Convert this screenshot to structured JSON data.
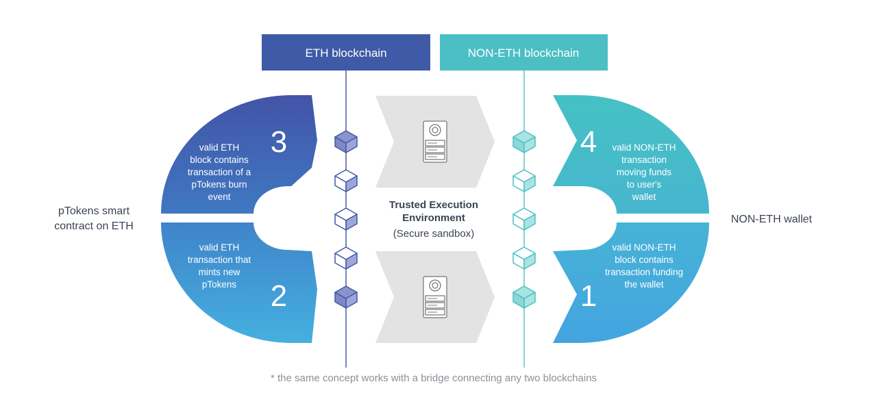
{
  "headers": {
    "eth": "ETH blockchain",
    "non_eth": "NON-ETH blockchain"
  },
  "side_labels": {
    "left": [
      "pTokens smart",
      "contract on ETH"
    ],
    "right": "NON-ETH wallet"
  },
  "steps": {
    "step3": {
      "number": "3",
      "lines": [
        "valid ETH",
        "block contains",
        "transaction of a",
        "pTokens burn",
        "event"
      ]
    },
    "step2": {
      "number": "2",
      "lines": [
        "valid ETH",
        "transaction that",
        "mints new",
        "pTokens"
      ]
    },
    "step4": {
      "number": "4",
      "lines": [
        "valid NON-ETH",
        "transaction",
        "moving funds",
        "to user's",
        "wallet"
      ]
    },
    "step1": {
      "number": "1",
      "lines": [
        "valid NON-ETH",
        "block contains",
        "transaction funding",
        "the wallet"
      ]
    }
  },
  "tee": {
    "title": [
      "Trusted Execution",
      "Environment"
    ],
    "subtitle": "(Secure sandbox)"
  },
  "footnote": "* the same concept works with a bridge connecting any two blockchains",
  "icons": [
    "block-cube-icon",
    "server-icon",
    "arrow-chevron-icon"
  ],
  "colors": {
    "eth_header": "#3f5aa6",
    "non_eth_header": "#4bbfc4",
    "eth_line": "#4a5fa8",
    "non_eth_line": "#5cc4c6",
    "chevron": "#e3e3e3",
    "text": "#3a4452",
    "footnote": "#8a9098"
  }
}
